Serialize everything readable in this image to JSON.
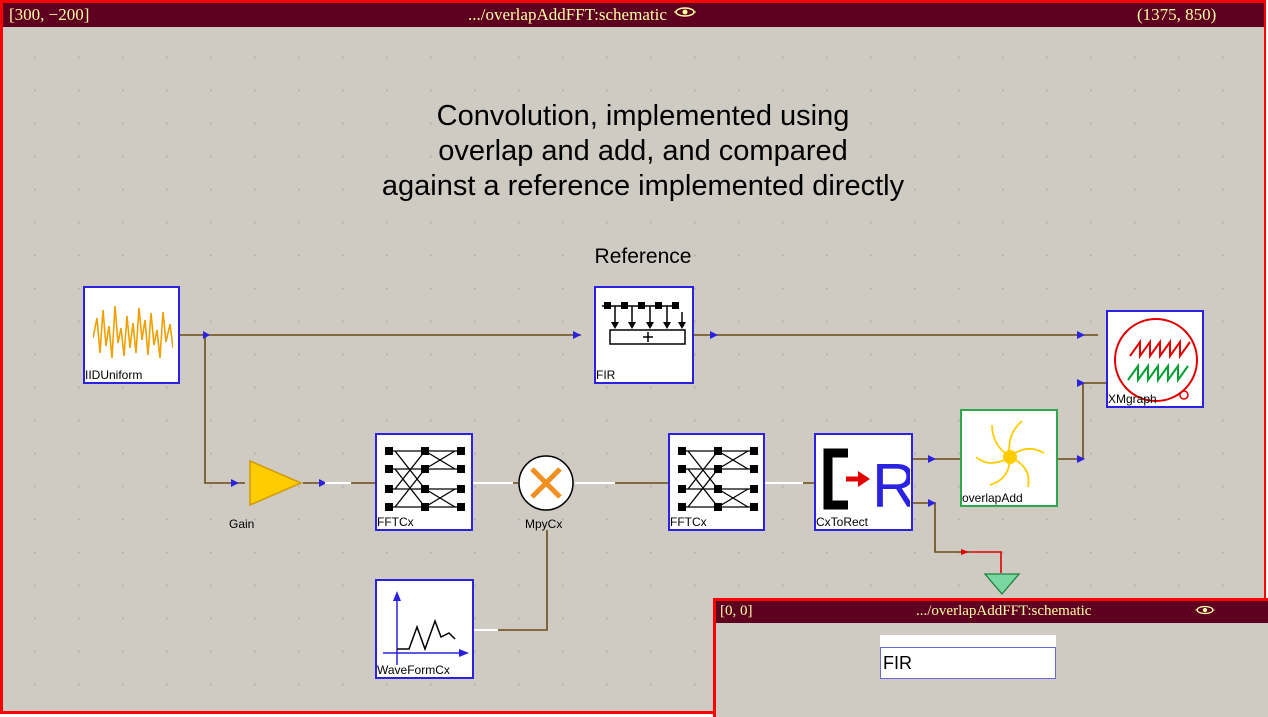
{
  "window": {
    "coord_left": "[300, −200]",
    "title": ".../overlapAddFFT:schematic",
    "coord_right": "(1375, 850)",
    "title_icon": "eye-icon"
  },
  "canvas": {
    "heading_lines": [
      "Convolution, implemented using",
      "overlap and add, and compared",
      "against a reference implemented directly"
    ],
    "reference_label": "Reference"
  },
  "blocks": {
    "iid": {
      "label": "IIDUniform",
      "icon": "noise-waveform-icon"
    },
    "fir": {
      "label": "FIR",
      "icon": "fir-filter-icon"
    },
    "xmgraph": {
      "label": "XMgraph",
      "icon": "scope-graph-icon"
    },
    "gain": {
      "label": "Gain",
      "icon": "triangle-amplifier-icon"
    },
    "fft1": {
      "label": "FFTCx",
      "icon": "butterfly-icon"
    },
    "mpy": {
      "label": "MpyCx",
      "icon": "multiply-icon"
    },
    "fft2": {
      "label": "FFTCx",
      "icon": "butterfly-icon"
    },
    "cxtorect": {
      "label": "CxToRect",
      "icon": "c-to-r-icon"
    },
    "overlap": {
      "label": "overlapAdd",
      "icon": "sun-spiral-icon"
    },
    "waveform": {
      "label": "WaveFormCx",
      "icon": "waveform-plot-icon"
    },
    "sink": {
      "icon": "null-sink-triangle-icon"
    }
  },
  "colors": {
    "background": "#cfcbc2",
    "titlebar": "#5e001f",
    "title_text": "#ffffa8",
    "frame": "#ff0000",
    "block_border": "#2a22e0",
    "wire": "#6b4a14",
    "port": "#2a22e0"
  },
  "popup": {
    "coord_left": "[0, 0]",
    "title": ".../overlapAddFFT:schematic",
    "title_icon": "eye-icon",
    "input_value": "FIR"
  }
}
